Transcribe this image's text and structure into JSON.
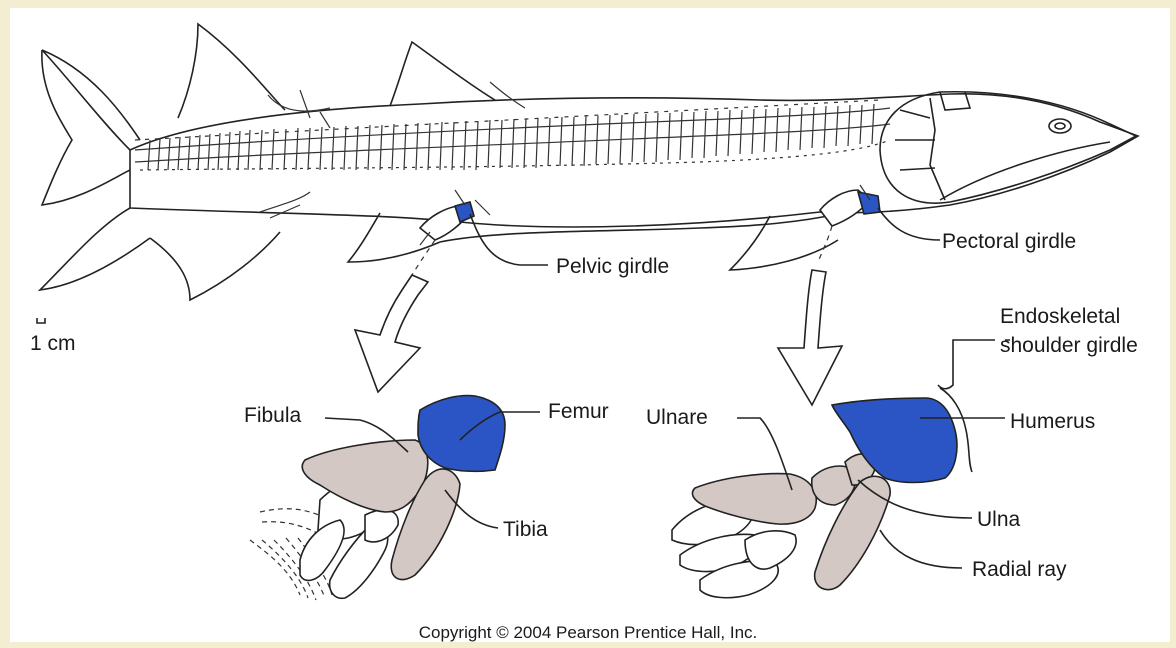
{
  "colors": {
    "background": "#f3eed2",
    "panel": "#ffffff",
    "highlight_blue": "#2b55c4",
    "bone_gray": "#d4c8c4"
  },
  "labels": {
    "pelvic_girdle": "Pelvic girdle",
    "pectoral_girdle": "Pectoral girdle",
    "scale": "1 cm",
    "femur": "Femur",
    "fibula": "Fibula",
    "tibia": "Tibia",
    "endoskeletal_line1": "Endoskeletal",
    "endoskeletal_line2": "shoulder girdle",
    "ulnare": "Ulnare",
    "humerus": "Humerus",
    "ulna": "Ulna",
    "radial_ray": "Radial ray"
  },
  "copyright": "Copyright © 2004 Pearson Prentice Hall, Inc."
}
